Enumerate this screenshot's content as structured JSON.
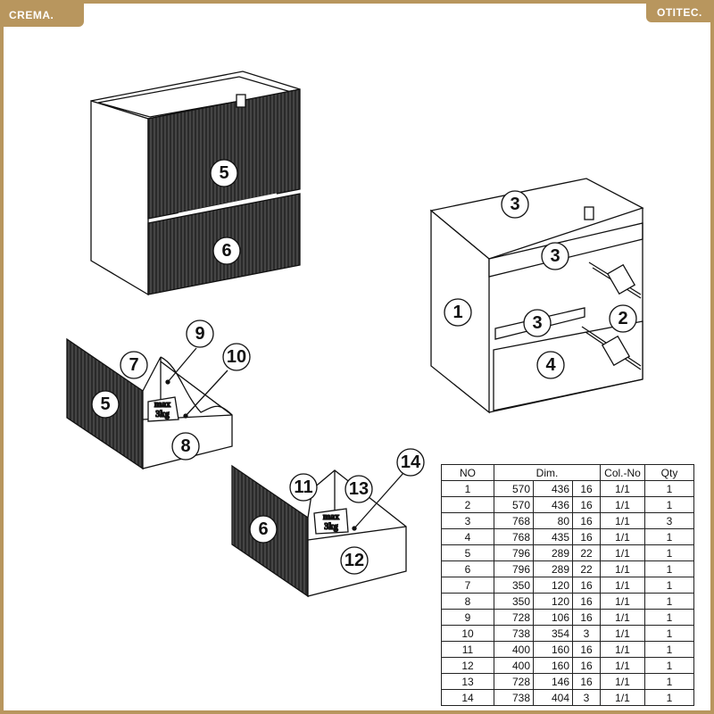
{
  "header": {
    "left_brand": "CREMA.",
    "right_brand": "OTITEC."
  },
  "part_labels": {
    "a5": "5",
    "a6": "6",
    "b3_top": "3",
    "b3_front": "3",
    "b1": "1",
    "b2": "2",
    "b3_low": "3",
    "b4": "4",
    "c9": "9",
    "c7": "7",
    "c10": "10",
    "c5": "5",
    "c8": "8",
    "d14": "14",
    "d11": "11",
    "d13": "13",
    "d6": "6",
    "d12": "12"
  },
  "weight_labels": {
    "line1": "max",
    "line2": "3kg"
  },
  "parts_table": {
    "headers": {
      "no": "NO",
      "dim": "Dim.",
      "col": "Col.-No",
      "qty": "Qty"
    },
    "rows": [
      {
        "no": "1",
        "d1": "570",
        "d2": "436",
        "d3": "16",
        "col": "1/1",
        "qty": "1"
      },
      {
        "no": "2",
        "d1": "570",
        "d2": "436",
        "d3": "16",
        "col": "1/1",
        "qty": "1"
      },
      {
        "no": "3",
        "d1": "768",
        "d2": "80",
        "d3": "16",
        "col": "1/1",
        "qty": "3"
      },
      {
        "no": "4",
        "d1": "768",
        "d2": "435",
        "d3": "16",
        "col": "1/1",
        "qty": "1"
      },
      {
        "no": "5",
        "d1": "796",
        "d2": "289",
        "d3": "22",
        "col": "1/1",
        "qty": "1"
      },
      {
        "no": "6",
        "d1": "796",
        "d2": "289",
        "d3": "22",
        "col": "1/1",
        "qty": "1"
      },
      {
        "no": "7",
        "d1": "350",
        "d2": "120",
        "d3": "16",
        "col": "1/1",
        "qty": "1"
      },
      {
        "no": "8",
        "d1": "350",
        "d2": "120",
        "d3": "16",
        "col": "1/1",
        "qty": "1"
      },
      {
        "no": "9",
        "d1": "728",
        "d2": "106",
        "d3": "16",
        "col": "1/1",
        "qty": "1"
      },
      {
        "no": "10",
        "d1": "738",
        "d2": "354",
        "d3": "3",
        "col": "1/1",
        "qty": "1"
      },
      {
        "no": "11",
        "d1": "400",
        "d2": "160",
        "d3": "16",
        "col": "1/1",
        "qty": "1"
      },
      {
        "no": "12",
        "d1": "400",
        "d2": "160",
        "d3": "16",
        "col": "1/1",
        "qty": "1"
      },
      {
        "no": "13",
        "d1": "728",
        "d2": "146",
        "d3": "16",
        "col": "1/1",
        "qty": "1"
      },
      {
        "no": "14",
        "d1": "738",
        "d2": "404",
        "d3": "3",
        "col": "1/1",
        "qty": "1"
      }
    ]
  },
  "colors": {
    "frame": "#b8965e",
    "front": "#2a2a2a"
  }
}
